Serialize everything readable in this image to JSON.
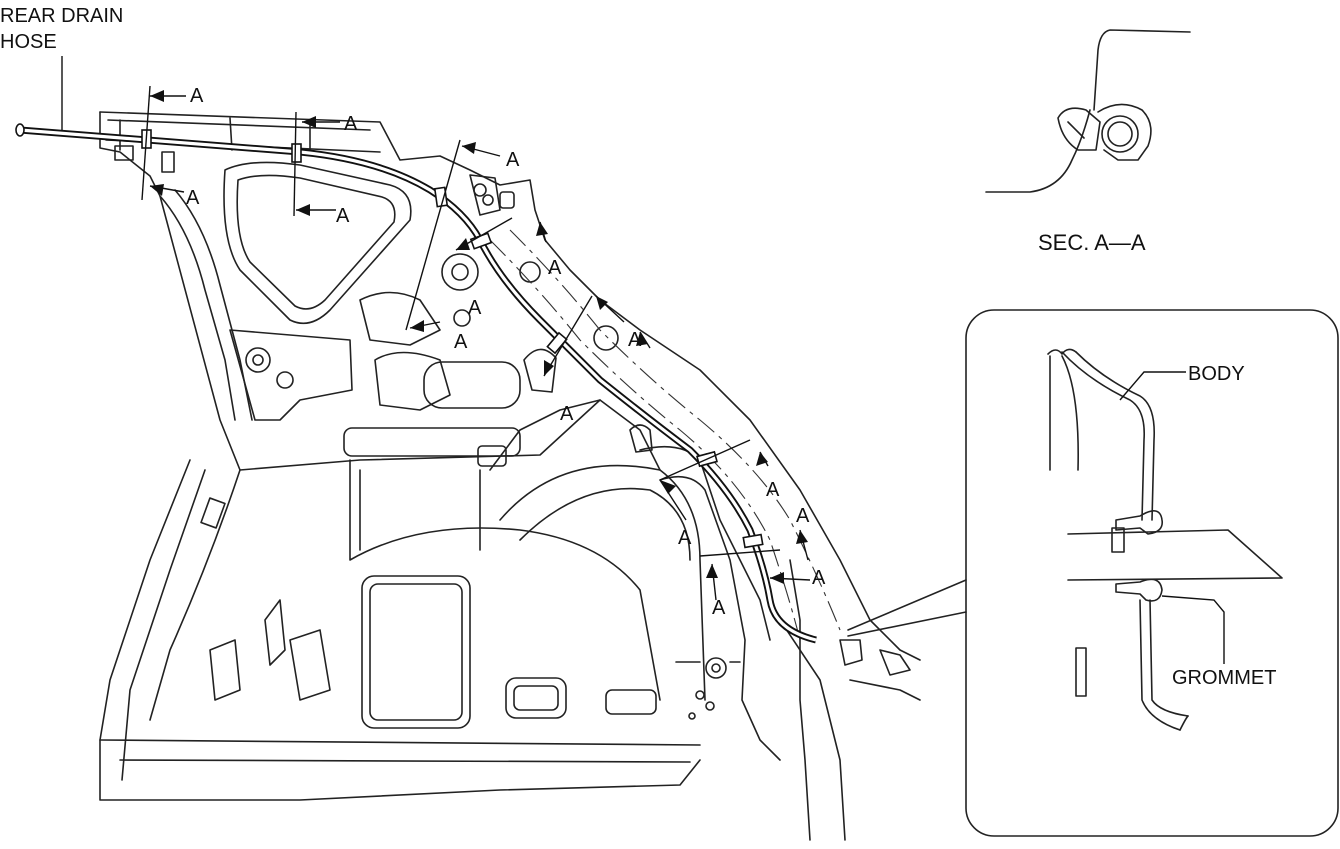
{
  "labels": {
    "rear_drain_hose_line1": "REAR DRAIN",
    "rear_drain_hose_line2": "HOSE",
    "section_a_a": "SEC. A—A",
    "body": "BODY",
    "grommet": "GROMMET",
    "section_marker": "A"
  }
}
